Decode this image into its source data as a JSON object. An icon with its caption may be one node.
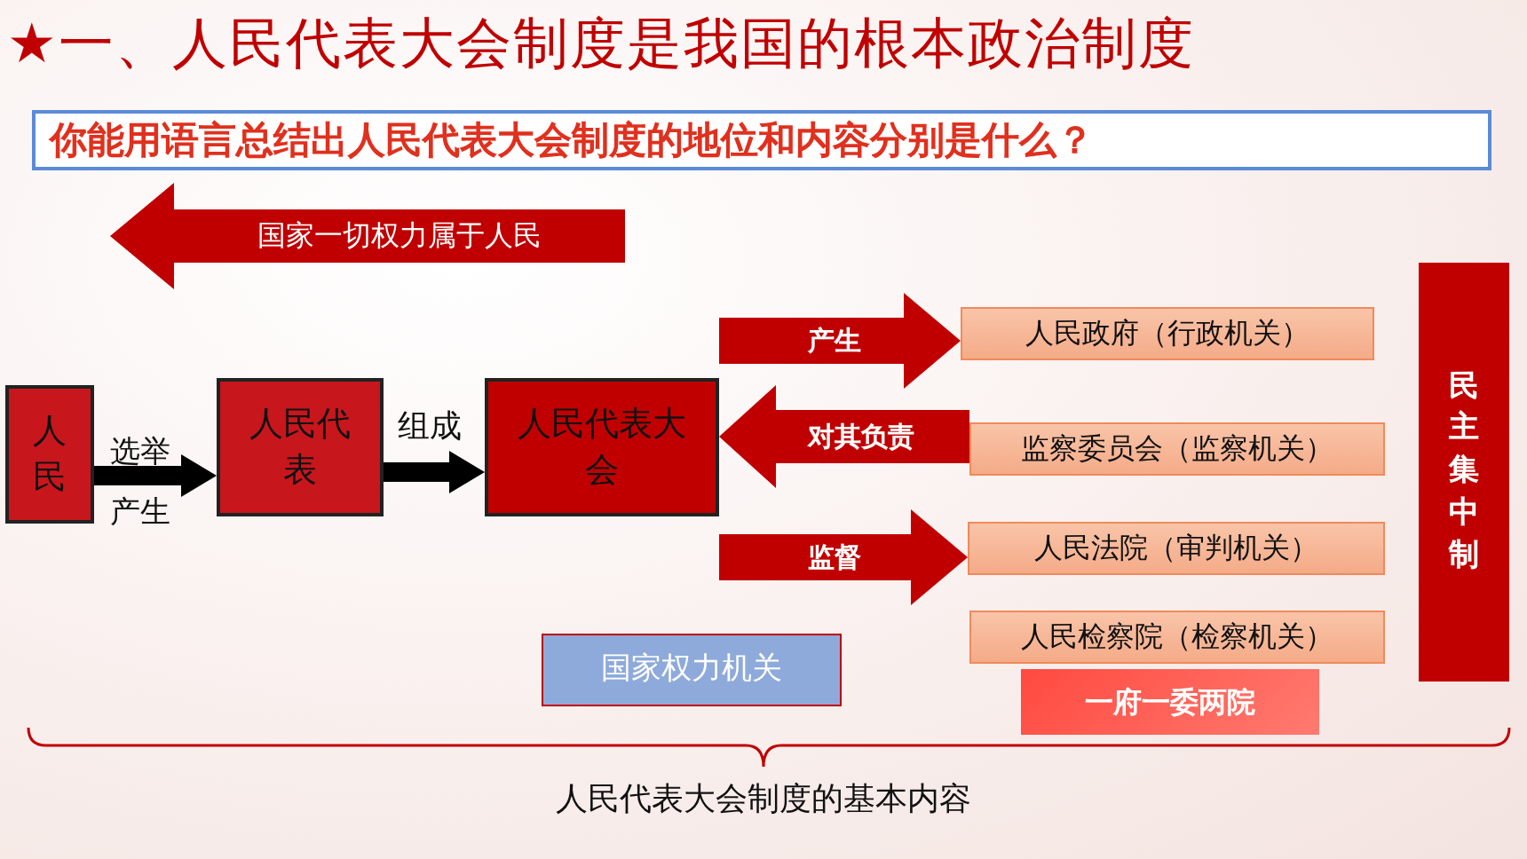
{
  "diagram": {
    "title": "★一、人民代表大会制度是我国的根本政治制度",
    "nodes": [
      {
        "text": [
          "你能用语言总结出人民代表大会制度的地位和内容分别是什么？"
        ]
      },
      {
        "text": [
          "国家一切权力属于人民"
        ]
      },
      {
        "text": [
          "人民"
        ]
      },
      {
        "text": [
          "人民代表"
        ]
      },
      {
        "text": [
          "人民代表大会"
        ]
      },
      {
        "text": [
          "人民政府（行政机关）"
        ]
      },
      {
        "text": [
          "监察委员会（监察机关）"
        ]
      },
      {
        "text": [
          "人民法院（审判机关）"
        ]
      },
      {
        "text": [
          "人民检察院（检察机关）"
        ]
      },
      {
        "text": [
          "国家权力机关"
        ]
      },
      {
        "text": [
          "一府一委两院"
        ]
      },
      {
        "text": [
          "民主集中制"
        ]
      }
    ],
    "edges": [
      {
        "from": 2,
        "to": 3,
        "arrow": "to",
        "label": "选举产生",
        "style": "thick",
        "color": "#000000"
      },
      {
        "from": 3,
        "to": 4,
        "arrow": "to",
        "label": "组成",
        "style": "thick",
        "color": "#000000"
      },
      {
        "from": 4,
        "to": 5,
        "arrow": "to",
        "label": "产生",
        "style": "thick",
        "color": "#c00000"
      },
      {
        "from": 6,
        "to": 4,
        "arrow": "to",
        "label": "对其负责",
        "style": "thick",
        "color": "#c00000"
      },
      {
        "from": 4,
        "to": 7,
        "arrow": "to",
        "label": "监督",
        "style": "thick",
        "color": "#c00000"
      }
    ],
    "labels": [
      "人民代表大会制度的基本内容"
    ]
  }
}
